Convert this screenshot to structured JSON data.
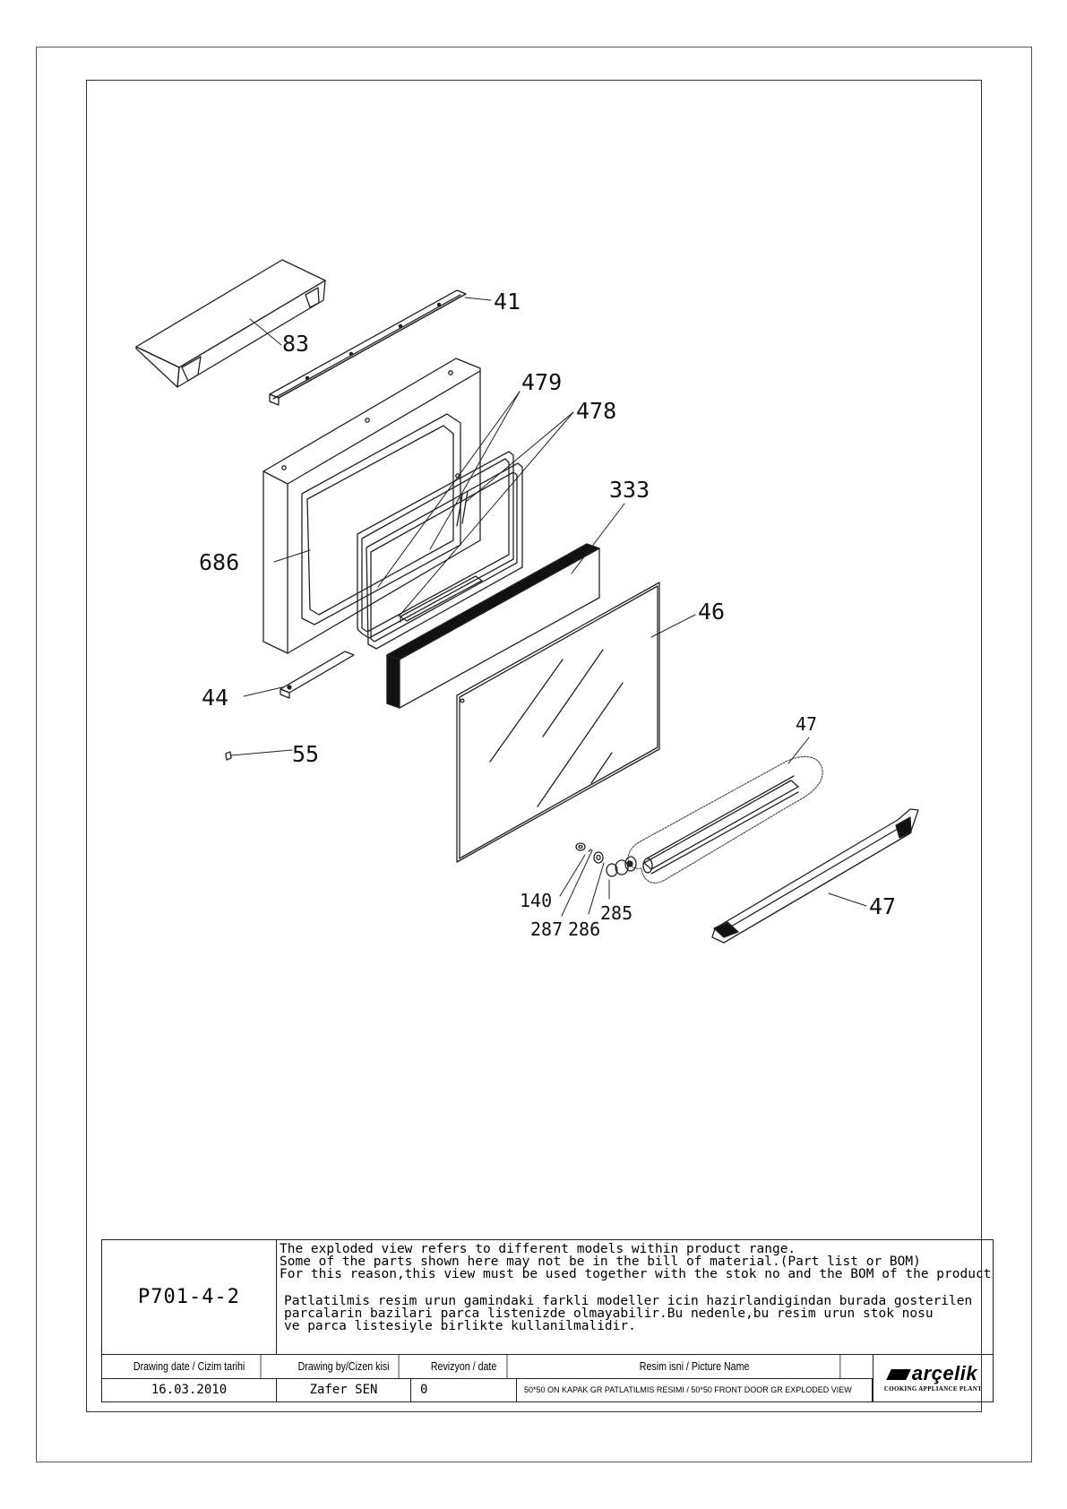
{
  "labels": {
    "p83": "83",
    "p41": "41",
    "p479": "479",
    "p478": "478",
    "p333": "333",
    "p686": "686",
    "p46": "46",
    "p44": "44",
    "p55": "55",
    "p47_top": "47",
    "p47_bottom": "47",
    "p140": "140",
    "p287": "287",
    "p286": "286",
    "p285": "285"
  },
  "title_block": {
    "part_number": "P701-4-2",
    "note_en": "The exploded view refers to different models within product range.\nSome of the parts shown here may not be in the bill of material.(Part list or BOM)\nFor this reason,this view must be used together with the stok no and the BOM of the product",
    "note_tr": "Patlatilmis resim urun gamindaki farkli modeller icin hazirlandigindan burada gosterilen\nparcalarin bazilari parca listenizde olmayabilir.Bu nedenle,bu resim urun stok nosu\nve parca listesiyle birlikte kullanilmalidir.",
    "header_date": "Drawing date / Cizim tarihi",
    "header_by": "Drawing by/Cizen kisi",
    "header_rev": "Revizyon / date",
    "header_name": "Resim isni / Picture Name",
    "date": "16.03.2010",
    "drawn_by": "Zafer SEN",
    "revision": "0",
    "picture_name": "50*50 ON KAPAK GR PATLATILMIS RESIMI / 50*50 FRONT DOOR GR EXPLODED VIEW",
    "brand": "arçelik",
    "brand_sub": "COOKING APPLIANCE PLANT"
  }
}
